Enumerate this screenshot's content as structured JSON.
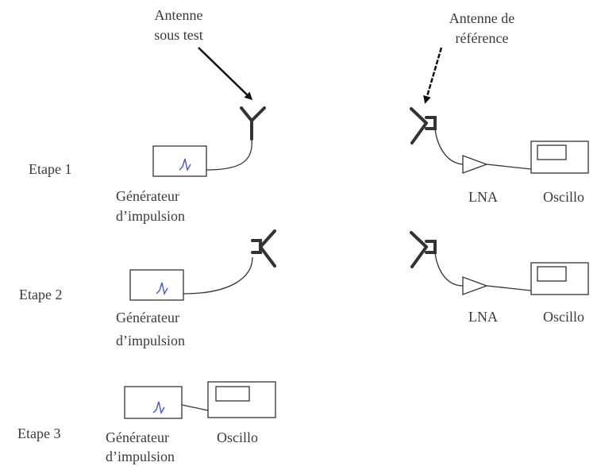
{
  "callouts": {
    "dut_antenna_line1": "Antenne",
    "dut_antenna_line2": "sous test",
    "ref_antenna_line1": "Antenne de",
    "ref_antenna_line2": "référence"
  },
  "steps": [
    {
      "label": "Etape 1",
      "generator_line1": "Générateur",
      "generator_line2": "d’impulsion",
      "lna": "LNA",
      "oscillo": "Oscillo"
    },
    {
      "label": "Etape 2",
      "generator_line1": "Générateur",
      "generator_line2": "d’impulsion",
      "lna": "LNA",
      "oscillo": "Oscillo"
    },
    {
      "label": "Etape 3",
      "generator_line1": "Générateur",
      "generator_line2": "d’impulsion",
      "oscillo": "Oscillo"
    }
  ],
  "colors": {
    "ink": "#333333",
    "pulse": "#4a55c8",
    "text": "#3a3a3a"
  }
}
